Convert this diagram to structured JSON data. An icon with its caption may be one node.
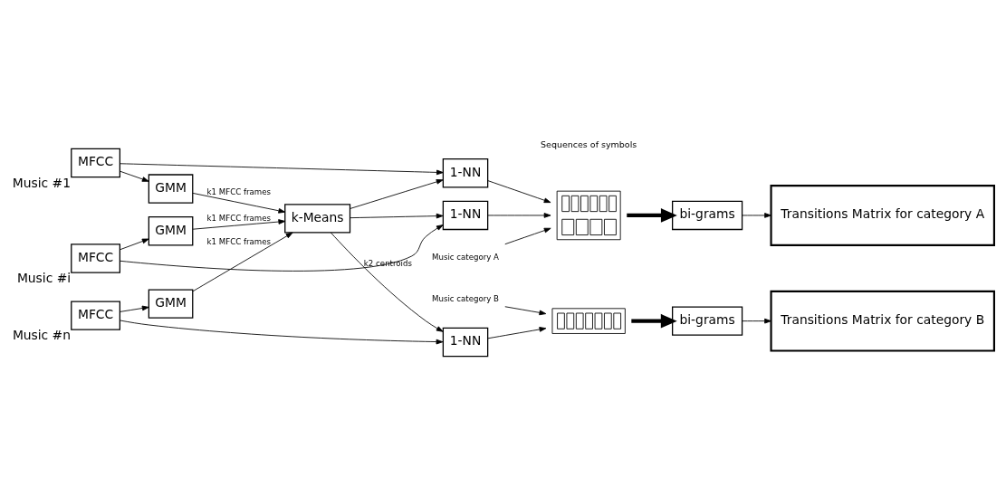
{
  "diagram": {
    "nodes": [
      {
        "text": [
          "MFCC"
        ],
        "beside": [
          "Music #1"
        ]
      },
      {
        "text": [
          "MFCC"
        ],
        "beside": [
          "Music #i"
        ]
      },
      {
        "text": [
          "MFCC"
        ],
        "beside": [
          "Music #n"
        ]
      },
      {
        "text": [
          "GMM"
        ]
      },
      {
        "text": [
          "GMM"
        ]
      },
      {
        "text": [
          "GMM"
        ]
      },
      {
        "text": [
          "k-Means"
        ]
      },
      {
        "text": [
          "1-NN"
        ]
      },
      {
        "text": [
          "1-NN"
        ]
      },
      {
        "text": [
          "1-NN"
        ]
      },
      {
        "text": [],
        "shape": "box"
      },
      {
        "text": [],
        "shape": "box"
      },
      {
        "text": [
          "Music category A"
        ]
      },
      {
        "text": [
          "Music category B"
        ]
      },
      {
        "text": [
          "bi-grams"
        ]
      },
      {
        "text": [
          "bi-grams"
        ]
      },
      {
        "text": [
          "Transitions Matrix for category A"
        ]
      },
      {
        "text": [
          "Transitions Matrix for category B"
        ]
      }
    ],
    "edges": [
      {
        "from": 0,
        "to": 3,
        "arrow": "to"
      },
      {
        "from": 1,
        "to": 4,
        "arrow": "to"
      },
      {
        "from": 2,
        "to": 5,
        "arrow": "to"
      },
      {
        "from": 3,
        "to": 6,
        "arrow": "to",
        "label": "k1 MFCC frames"
      },
      {
        "from": 4,
        "to": 6,
        "arrow": "to",
        "label": "k1 MFCC frames"
      },
      {
        "from": 5,
        "to": 6,
        "arrow": "to",
        "label": "k1 MFCC frames"
      },
      {
        "from": 6,
        "to": 7,
        "arrow": "to"
      },
      {
        "from": 6,
        "to": 8,
        "arrow": "to"
      },
      {
        "from": 6,
        "to": 9,
        "arrow": "to",
        "label": "k2 centroids"
      },
      {
        "from": 0,
        "to": 7,
        "arrow": "to"
      },
      {
        "from": 1,
        "to": 8,
        "arrow": "to"
      },
      {
        "from": 2,
        "to": 9,
        "arrow": "to"
      },
      {
        "from": 7,
        "to": 10,
        "arrow": "to"
      },
      {
        "from": 8,
        "to": 10,
        "arrow": "to"
      },
      {
        "from": 9,
        "to": 11,
        "arrow": "to"
      },
      {
        "from": 12,
        "to": 10,
        "arrow": "to"
      },
      {
        "from": 13,
        "to": 11,
        "arrow": "to"
      },
      {
        "from": 10,
        "to": 14,
        "arrow": "to",
        "style": "thick"
      },
      {
        "from": 11,
        "to": 15,
        "arrow": "to",
        "style": "thick"
      },
      {
        "from": 14,
        "to": 16,
        "arrow": "to"
      },
      {
        "from": 15,
        "to": 17,
        "arrow": "to"
      }
    ],
    "labels": [
      "Sequences of symbols"
    ]
  }
}
